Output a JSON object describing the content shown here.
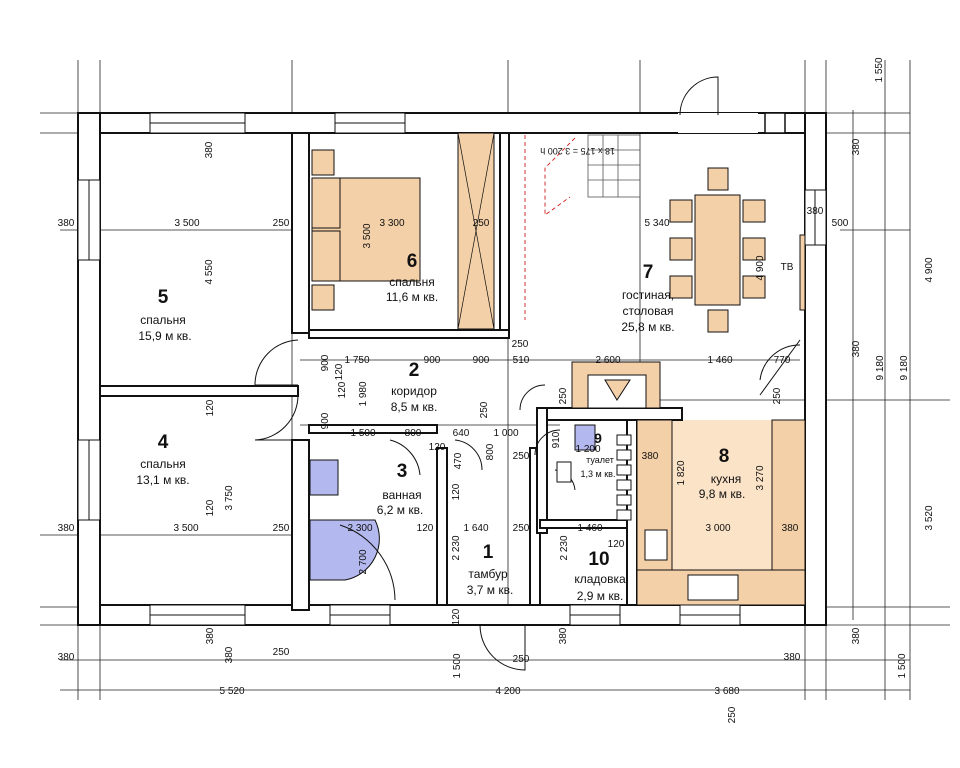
{
  "colors": {
    "wall": "#111111",
    "furniture": "#f3d0a8",
    "bath": "#b3b8ee",
    "kitchen_floor": "#fbe3c8"
  },
  "rooms": [
    {
      "num": "1",
      "name": "тамбур",
      "area": "3,7 м кв."
    },
    {
      "num": "2",
      "name": "коридор",
      "area": "8,5 м кв."
    },
    {
      "num": "3",
      "name": "ванная",
      "area": "6,2 м кв."
    },
    {
      "num": "4",
      "name": "спальня",
      "area": "13,1 м кв."
    },
    {
      "num": "5",
      "name": "спальня",
      "area": "15,9 м кв."
    },
    {
      "num": "6",
      "name": "спальня",
      "area": "11,6 м кв."
    },
    {
      "num": "7",
      "name": "гостиная,",
      "name2": "столовая",
      "area": "25,8 м кв."
    },
    {
      "num": "8",
      "name": "кухня",
      "area": "9,8 м кв."
    },
    {
      "num": "9",
      "name": "туалет",
      "area": "1,3 м кв."
    },
    {
      "num": "10",
      "name": "кладовка",
      "area": "2,9 м кв."
    }
  ],
  "tv_label": "ТВ",
  "dims": [
    "3 500",
    "250",
    "3 300",
    "250",
    "5 340",
    "500",
    "380",
    "380",
    "380",
    "4 550",
    "3 500",
    "4 900",
    "380",
    "900",
    "1 750",
    "900",
    "900",
    "510",
    "250",
    "2 600",
    "1 460",
    "770",
    "380",
    "120",
    "1 980",
    "120",
    "250",
    "250",
    "900",
    "1 500",
    "800",
    "640",
    "1 000",
    "120",
    "910",
    "1 200",
    "470",
    "800",
    "250",
    "1 820",
    "380",
    "3 270",
    "120",
    "3 750",
    "3 500",
    "250",
    "2 300",
    "120",
    "1 640",
    "250",
    "1 460",
    "3 000",
    "380",
    "2 700",
    "2 230",
    "2 230",
    "120",
    "380",
    "250",
    "380",
    "250",
    "380",
    "380",
    "1 500",
    "1 500",
    "5 520",
    "4 200",
    "3 680",
    "9 180",
    "9 180",
    "3 520",
    "4 900",
    "1 550",
    "380",
    "250",
    "250",
    "380",
    "380",
    "120",
    "120",
    "120"
  ],
  "stair_text": "18 х 175 = 3 200 h"
}
